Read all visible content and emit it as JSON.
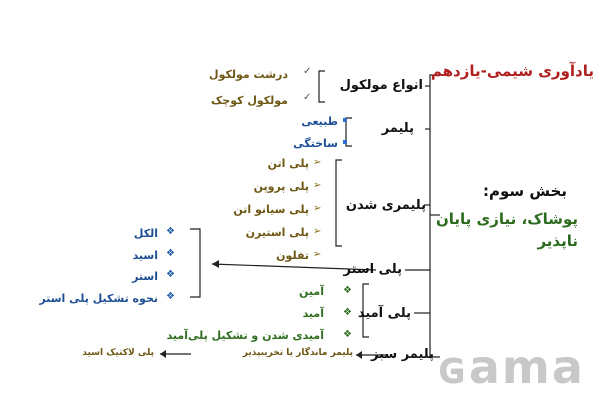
{
  "title": "یادآوری شیمی-یازدهم",
  "bakhsh": {
    "heading": "بخش سوم:",
    "body": "پوشاک، نیازی پایان ناپذیر"
  },
  "branches": {
    "anva": {
      "label": "انواع مولکول",
      "items": [
        "درشت مولکول",
        "مولکول کوچک"
      ]
    },
    "polymer": {
      "label": "پلیمر",
      "items": [
        "طبیعی",
        "ساختگی"
      ]
    },
    "polymerization": {
      "label": "پلیمری شدن",
      "items": [
        "پلی اتن",
        "پلی پروپن",
        "پلی سیانو اتن",
        "پلی استیرن",
        "تفلون"
      ]
    },
    "polyester": {
      "label": "پلی استر",
      "items": [
        "الکل",
        "اسید",
        "استر",
        "نحوه تشکیل پلی استر"
      ]
    },
    "polyamide": {
      "label": "پلی آمید",
      "items": [
        "آمین",
        "آمید",
        "آمیدی شدن و تشکیل پلی‌آمید"
      ]
    },
    "green_polymer": {
      "label": "پلیمر سبز",
      "sub": "پلیمر ماندگار یا تخریبپذیر",
      "sub2": "پلی لاکتیک اسید"
    }
  },
  "watermark": "ɢama"
}
